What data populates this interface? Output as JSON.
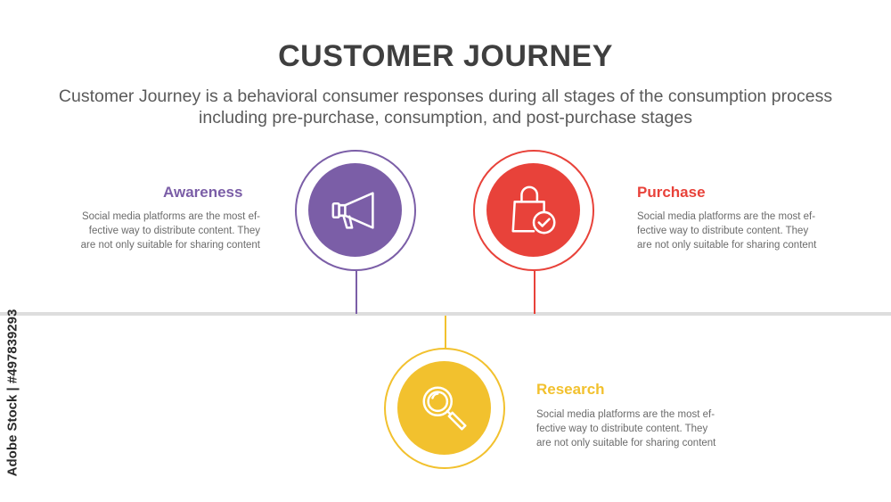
{
  "header": {
    "title": "CUSTOMER JOURNEY",
    "subtitle_line1": "Customer Journey is a behavioral consumer responses during all stages of the consumption process",
    "subtitle_line2": "including pre-purchase, consumption, and post-purchase stages"
  },
  "stages": [
    {
      "title": "Awareness",
      "color": "#7b5ea7",
      "icon": "megaphone-icon",
      "desc_line1": "Social media platforms are the most ef-",
      "desc_line2": "fective way to distribute content. They",
      "desc_line3": "are not only suitable for sharing content"
    },
    {
      "title": "Purchase",
      "color": "#e8423a",
      "icon": "shopping-bag-check-icon",
      "desc_line1": "Social media platforms are the most ef-",
      "desc_line2": "fective way to distribute content. They",
      "desc_line3": "are not only suitable for sharing content"
    },
    {
      "title": "Research",
      "color": "#f2c12e",
      "icon": "magnifier-icon",
      "desc_line1": "Social media platforms are the most ef-",
      "desc_line2": "fective way to distribute content. They",
      "desc_line3": "are not only suitable for sharing content"
    }
  ],
  "watermark": "Adobe Stock | #497839293"
}
